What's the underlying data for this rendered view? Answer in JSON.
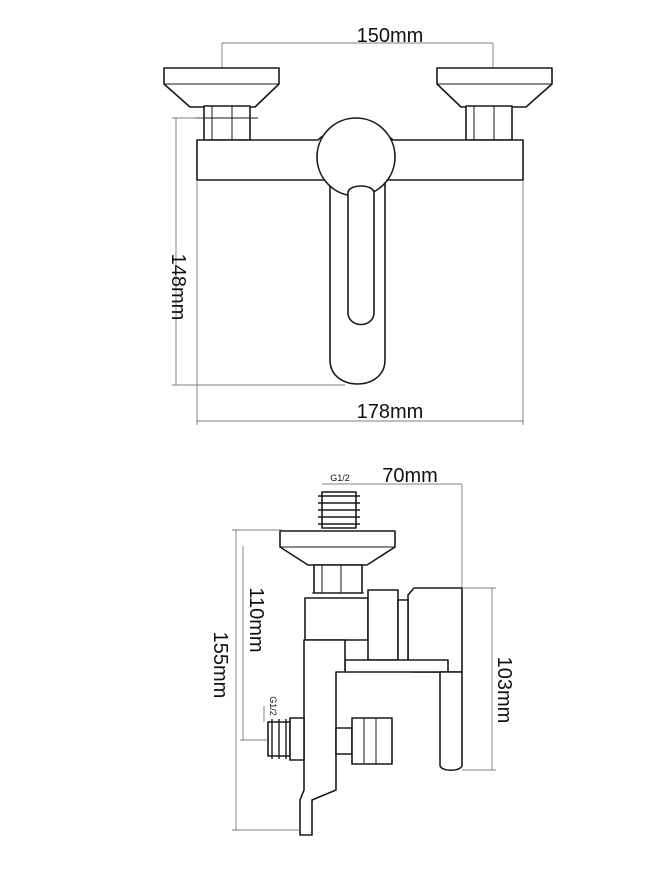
{
  "front_view": {
    "width_top": "150mm",
    "height": "148mm",
    "width_bottom": "178mm"
  },
  "side_view": {
    "thread_top": "G1/2",
    "depth": "70mm",
    "height_upper": "110mm",
    "height_total": "155mm",
    "thread_side": "G1/2",
    "height_lever": "103mm"
  },
  "colors": {
    "line": "#1a1a1a",
    "dimension": "#555555",
    "background": "#ffffff"
  }
}
